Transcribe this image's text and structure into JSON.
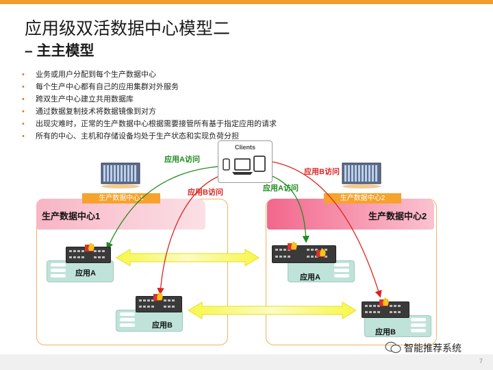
{
  "title": "应用级双活数据中心模型二",
  "subtitle": "– 主主模型",
  "bullets": [
    "业务或用户分配到每个生产数据中心",
    "每个生产中心都有自己的应用集群对外服务",
    "跨双生产中心建立共用数据库",
    "通过数据复制技术将数据镜像到对方",
    "出现灾难时，正常的生产数据中心根据需要接管所有基于指定应用的请求",
    "所有的中心、主机和存储设备均处于生产状态和实现负荷分担"
  ],
  "clients": "Clients",
  "dc1": {
    "title": "生产数据中心1",
    "tag": "生产数据中心1",
    "app_a": "应用A",
    "app_b": "应用B"
  },
  "dc2": {
    "title": "生产数据中心2",
    "tag": "生产数据中心2",
    "app_a": "应用A",
    "app_b": "应用B"
  },
  "access": {
    "a_left": "应用A访问",
    "b_left": "应用B访问",
    "a_right": "应用A访问",
    "b_right": "应用B访问"
  },
  "watermark": "智能推荐系统",
  "page_number": "7",
  "colors": {
    "accent": "#f39c2b",
    "green_arrow": "#1e8a1e",
    "red_arrow": "#d9241f",
    "replication": "#f5f21a",
    "app_box": "#bfe3d9"
  }
}
